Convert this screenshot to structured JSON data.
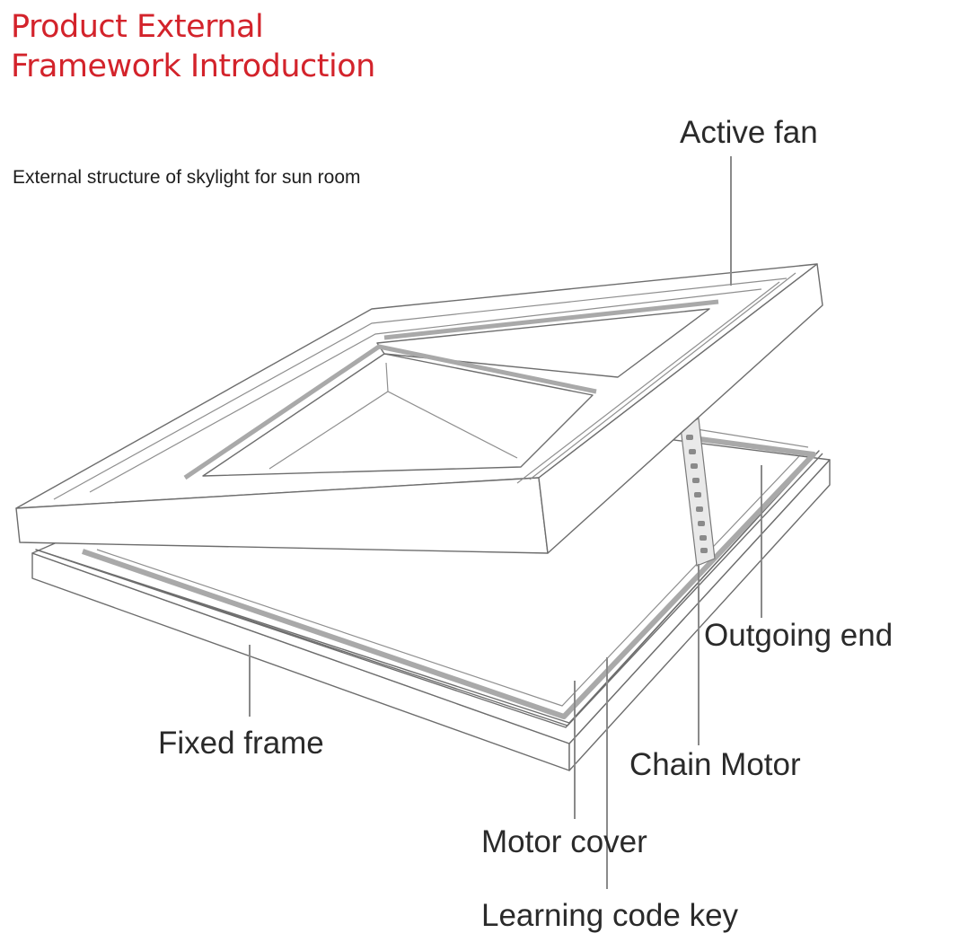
{
  "header": {
    "title_line1": "Product External",
    "title_line2": "Framework Introduction",
    "subtitle": "External structure of skylight for sun room"
  },
  "colors": {
    "title": "#d3232b",
    "label_text": "#2a2a2a",
    "frame_stroke": "#6d6d6d",
    "leader_line": "#8a8a8a",
    "seal_gray": "#a9a9a9"
  },
  "labels": {
    "active_fan": "Active fan",
    "outgoing_end": "Outgoing end",
    "chain_motor": "Chain Motor",
    "fixed_frame": "Fixed frame",
    "motor_cover": "Motor cover",
    "learning_code_key": "Learning code key"
  },
  "icons": {
    "chain": "chain-links"
  }
}
